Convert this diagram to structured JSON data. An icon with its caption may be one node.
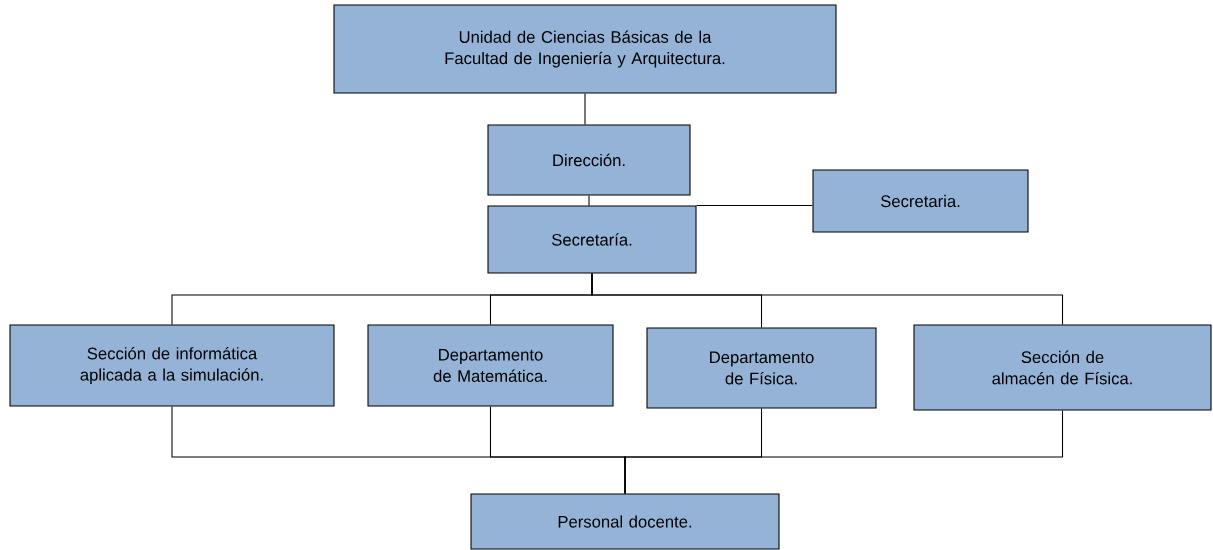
{
  "diagram": {
    "nodes": [
      {
        "text": [
          "Unidad de Ciencias Básicas de la Facultad de Ingeniería y Arquitectura."
        ]
      },
      {
        "text": [
          "Dirección."
        ]
      },
      {
        "text": [
          "Secretaría."
        ]
      },
      {
        "text": [
          "Secretaria."
        ]
      },
      {
        "text": [
          "Sección de informática aplicada a la simulación."
        ]
      },
      {
        "text": [
          "Departamento de Matemática."
        ]
      },
      {
        "text": [
          "Departamento de Física."
        ]
      },
      {
        "text": [
          "Sección de almacén de Física."
        ]
      },
      {
        "text": [
          "Personal docente."
        ]
      }
    ],
    "edges": [
      {
        "from": 0,
        "to": 1,
        "arrow": "none"
      },
      {
        "from": 1,
        "to": 2,
        "arrow": "none"
      },
      {
        "from": 2,
        "to": 3,
        "arrow": "none"
      },
      {
        "from": 2,
        "to": 4,
        "arrow": "none"
      },
      {
        "from": 2,
        "to": 5,
        "arrow": "none"
      },
      {
        "from": 2,
        "to": 6,
        "arrow": "none"
      },
      {
        "from": 2,
        "to": 7,
        "arrow": "none"
      },
      {
        "from": 4,
        "to": 8,
        "arrow": "none"
      },
      {
        "from": 5,
        "to": 8,
        "arrow": "none"
      },
      {
        "from": 6,
        "to": 8,
        "arrow": "none"
      },
      {
        "from": 7,
        "to": 8,
        "arrow": "none"
      }
    ]
  }
}
